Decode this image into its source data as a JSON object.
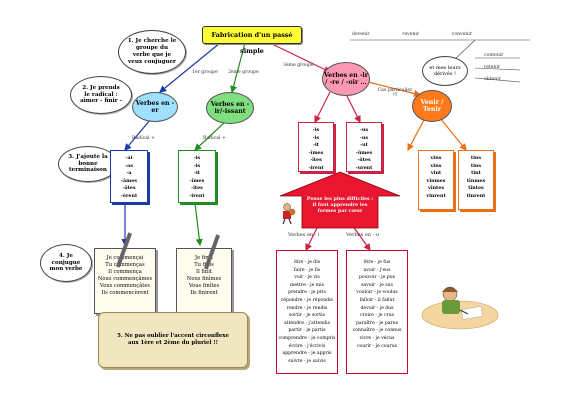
{
  "title": "Fabrication d'un passé simple",
  "steps": {
    "s1": "1. Je cherche le groupe du verbe que je veux conjuguer",
    "s2": "2. Je prends le radical : aimer - finir -",
    "s3": "3. J'ajoute la bonne terminaison",
    "s4": "4. Je conjugue mon verbe"
  },
  "groups": {
    "g1": "1er groupe",
    "g2": "2ème groupe",
    "g3": "3ème groupe"
  },
  "ovals": {
    "er": "Verbes en -er",
    "ir": "Verbes en -ir/-issant",
    "irre": "Verbes en -ir / -re / -oir ...",
    "venir": "Venir / Tenir"
  },
  "radical": {
    "r1": "Radical +",
    "r2": "Radical +"
  },
  "cas_particulier": "Cas particulier !!!",
  "endings": {
    "er": [
      "-ai",
      "-as",
      "-a",
      "-âmes",
      "-âtes",
      "-èrent"
    ],
    "ir": [
      "-is",
      "-is",
      "-it",
      "-îmes",
      "-îtes",
      "-irent"
    ],
    "irre_i": [
      "-is",
      "-is",
      "-it",
      "-îmes",
      "-îtes",
      "-irent"
    ],
    "irre_u": [
      "-us",
      "-us",
      "-ut",
      "-ûmes",
      "-ûtes",
      "-urent"
    ],
    "venir": [
      "vins",
      "vins",
      "vint",
      "vînmes",
      "vîntes",
      "vinrent"
    ],
    "tenir": [
      "tins",
      "tins",
      "tint",
      "tînmes",
      "tîntes",
      "tinrent"
    ]
  },
  "pages": {
    "p1": [
      "Je commençai",
      "Tu commenças",
      "Il commença",
      "Nous commençâmes",
      "Vous commençâtes",
      "Ils commencèrent"
    ],
    "p2": [
      "Je finis",
      "Tu finis",
      "Il finit",
      "Nous finîmes",
      "Vous finîtes",
      "Ils finirent"
    ]
  },
  "scroll_text": "5. Ne pas oublier l'accent circonflexe aux 1ère et 2ème du pluriel !!",
  "arrow_text": "Pense les plus difficiles : il faut apprendre les formes par cœur",
  "verbes_is": "Verbes en - i",
  "verbes_us": "Verbes en - u",
  "list_is": [
    "dire - je dis",
    "faire - je fis",
    "voir - je vis",
    "mettre - je mis",
    "prendre - je pris",
    "répondre - je répondis",
    "rendre - je rendis",
    "sortir - je sortis",
    "attendre - j'attendis",
    "partir - je partis",
    "comprendre - je compris",
    "écrire - j'écrivis",
    "apprendre - je appris",
    "suivre - je suivis"
  ],
  "list_us": [
    "être - je fus",
    "avoir - j'eus",
    "pouvoir - je pus",
    "savoir - je sus",
    "vouloir - je voulus",
    "falloir - il fallut",
    "devoir - je dus",
    "croire - je crus",
    "paraître - je parus",
    "connaître - je connus",
    "vivre - je vécus",
    "courir - je courus"
  ],
  "venir_cloud": "et mes leurs dérivés !",
  "venir_examples": {
    "col1": [
      "devenir",
      "revenir",
      "convenir"
    ],
    "col2": [
      "contenir",
      "retenir",
      "obtenir"
    ]
  }
}
